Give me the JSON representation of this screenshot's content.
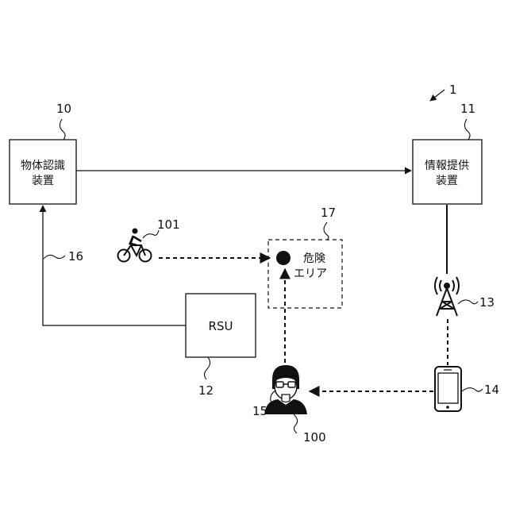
{
  "figure_ref": "1",
  "nodes": {
    "object_recognition": {
      "ref": "10",
      "line1": "物体認識",
      "line2": "装置"
    },
    "info_provider": {
      "ref": "11",
      "line1": "情報提供",
      "line2": "装置"
    },
    "rsu": {
      "ref": "12",
      "label": "RSU"
    },
    "base_station": {
      "ref": "13"
    },
    "smartphone": {
      "ref": "14"
    },
    "pedestrian": {
      "ref": "100",
      "glasses_ref": "15"
    },
    "bicycle": {
      "ref": "101"
    },
    "danger_area": {
      "ref": "17",
      "line1": "危険",
      "line2": "エリア"
    }
  },
  "edges": {
    "rsu_link": {
      "ref": "16"
    }
  }
}
